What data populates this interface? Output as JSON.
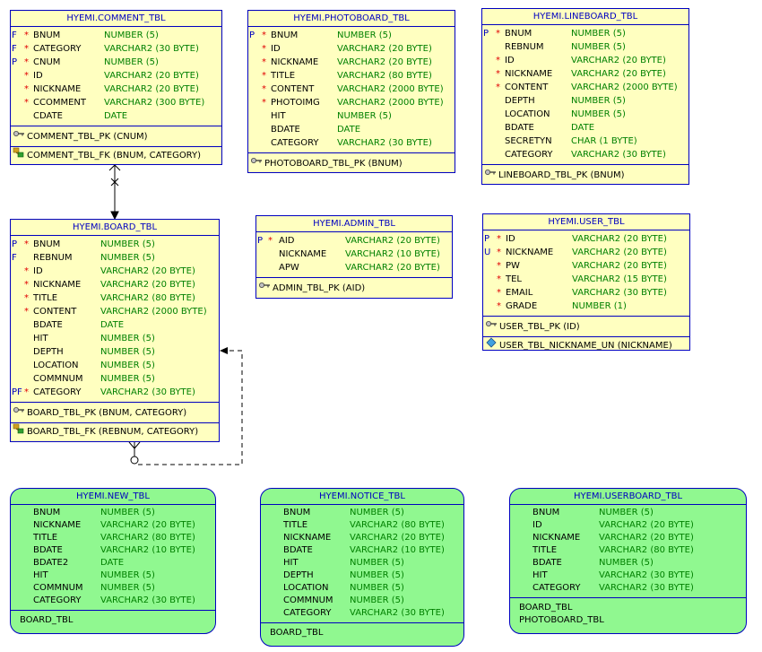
{
  "tables": {
    "comment": {
      "title": "HYEMI.COMMENT_TBL",
      "columns": [
        {
          "key": "F",
          "req": "*",
          "name": "BNUM",
          "type": "NUMBER (5)"
        },
        {
          "key": "F",
          "req": "*",
          "name": "CATEGORY",
          "type": "VARCHAR2 (30 BYTE)"
        },
        {
          "key": "P",
          "req": "*",
          "name": "CNUM",
          "type": "NUMBER (5)"
        },
        {
          "key": "",
          "req": "*",
          "name": "ID",
          "type": "VARCHAR2 (20 BYTE)"
        },
        {
          "key": "",
          "req": "*",
          "name": "NICKNAME",
          "type": "VARCHAR2 (20 BYTE)"
        },
        {
          "key": "",
          "req": "*",
          "name": "CCOMMENT",
          "type": "VARCHAR2 (300 BYTE)"
        },
        {
          "key": "",
          "req": "",
          "name": "CDATE",
          "type": "DATE"
        }
      ],
      "keys": [
        {
          "icon": "key-icon",
          "text": "COMMENT_TBL_PK (CNUM)"
        },
        {
          "icon": "foreign-key-icon",
          "text": "COMMENT_TBL_FK (BNUM, CATEGORY)"
        }
      ]
    },
    "photoboard": {
      "title": "HYEMI.PHOTOBOARD_TBL",
      "columns": [
        {
          "key": "P",
          "req": "*",
          "name": "BNUM",
          "type": "NUMBER (5)"
        },
        {
          "key": "",
          "req": "*",
          "name": "ID",
          "type": "VARCHAR2 (20 BYTE)"
        },
        {
          "key": "",
          "req": "*",
          "name": "NICKNAME",
          "type": "VARCHAR2 (20 BYTE)"
        },
        {
          "key": "",
          "req": "*",
          "name": "TITLE",
          "type": "VARCHAR2 (80 BYTE)"
        },
        {
          "key": "",
          "req": "*",
          "name": "CONTENT",
          "type": "VARCHAR2 (2000 BYTE)"
        },
        {
          "key": "",
          "req": "*",
          "name": "PHOTOIMG",
          "type": "VARCHAR2 (2000 BYTE)"
        },
        {
          "key": "",
          "req": "",
          "name": "HIT",
          "type": "NUMBER (5)"
        },
        {
          "key": "",
          "req": "",
          "name": "BDATE",
          "type": "DATE"
        },
        {
          "key": "",
          "req": "",
          "name": "CATEGORY",
          "type": "VARCHAR2 (30 BYTE)"
        }
      ],
      "keys": [
        {
          "icon": "key-icon",
          "text": "PHOTOBOARD_TBL_PK (BNUM)"
        }
      ]
    },
    "lineboard": {
      "title": "HYEMI.LINEBOARD_TBL",
      "columns": [
        {
          "key": "P",
          "req": "*",
          "name": "BNUM",
          "type": "NUMBER (5)"
        },
        {
          "key": "",
          "req": "",
          "name": "REBNUM",
          "type": "NUMBER (5)"
        },
        {
          "key": "",
          "req": "*",
          "name": "ID",
          "type": "VARCHAR2 (20 BYTE)"
        },
        {
          "key": "",
          "req": "*",
          "name": "NICKNAME",
          "type": "VARCHAR2 (20 BYTE)"
        },
        {
          "key": "",
          "req": "*",
          "name": "CONTENT",
          "type": "VARCHAR2 (2000 BYTE)"
        },
        {
          "key": "",
          "req": "",
          "name": "DEPTH",
          "type": "NUMBER (5)"
        },
        {
          "key": "",
          "req": "",
          "name": "LOCATION",
          "type": "NUMBER (5)"
        },
        {
          "key": "",
          "req": "",
          "name": "BDATE",
          "type": "DATE"
        },
        {
          "key": "",
          "req": "",
          "name": "SECRETYN",
          "type": "CHAR (1 BYTE)"
        },
        {
          "key": "",
          "req": "",
          "name": "CATEGORY",
          "type": "VARCHAR2 (30 BYTE)"
        }
      ],
      "keys": [
        {
          "icon": "key-icon",
          "text": "LINEBOARD_TBL_PK (BNUM)"
        }
      ]
    },
    "board": {
      "title": "HYEMI.BOARD_TBL",
      "columns": [
        {
          "key": "P",
          "req": "*",
          "name": "BNUM",
          "type": "NUMBER (5)"
        },
        {
          "key": "F",
          "req": "",
          "name": "REBNUM",
          "type": "NUMBER (5)"
        },
        {
          "key": "",
          "req": "*",
          "name": "ID",
          "type": "VARCHAR2 (20 BYTE)"
        },
        {
          "key": "",
          "req": "*",
          "name": "NICKNAME",
          "type": "VARCHAR2 (20 BYTE)"
        },
        {
          "key": "",
          "req": "*",
          "name": "TITLE",
          "type": "VARCHAR2 (80 BYTE)"
        },
        {
          "key": "",
          "req": "*",
          "name": "CONTENT",
          "type": "VARCHAR2 (2000 BYTE)"
        },
        {
          "key": "",
          "req": "",
          "name": "BDATE",
          "type": "DATE"
        },
        {
          "key": "",
          "req": "",
          "name": "HIT",
          "type": "NUMBER (5)"
        },
        {
          "key": "",
          "req": "",
          "name": "DEPTH",
          "type": "NUMBER (5)"
        },
        {
          "key": "",
          "req": "",
          "name": "LOCATION",
          "type": "NUMBER (5)"
        },
        {
          "key": "",
          "req": "",
          "name": "COMMNUM",
          "type": "NUMBER (5)"
        },
        {
          "key": "PF",
          "req": "*",
          "name": "CATEGORY",
          "type": "VARCHAR2 (30 BYTE)"
        }
      ],
      "keys": [
        {
          "icon": "key-icon",
          "text": "BOARD_TBL_PK (BNUM, CATEGORY)"
        },
        {
          "icon": "foreign-key-icon",
          "text": "BOARD_TBL_FK (REBNUM, CATEGORY)"
        }
      ]
    },
    "admin": {
      "title": "HYEMI.ADMIN_TBL",
      "columns": [
        {
          "key": "P",
          "req": "*",
          "name": "AID",
          "type": "VARCHAR2 (20 BYTE)"
        },
        {
          "key": "",
          "req": "",
          "name": "NICKNAME",
          "type": "VARCHAR2 (10 BYTE)"
        },
        {
          "key": "",
          "req": "",
          "name": "APW",
          "type": "VARCHAR2 (20 BYTE)"
        }
      ],
      "keys": [
        {
          "icon": "key-icon",
          "text": "ADMIN_TBL_PK (AID)"
        }
      ]
    },
    "user": {
      "title": "HYEMI.USER_TBL",
      "columns": [
        {
          "key": "P",
          "req": "*",
          "name": "ID",
          "type": "VARCHAR2 (20 BYTE)"
        },
        {
          "key": "U",
          "req": "*",
          "name": "NICKNAME",
          "type": "VARCHAR2 (20 BYTE)"
        },
        {
          "key": "",
          "req": "*",
          "name": "PW",
          "type": "VARCHAR2 (20 BYTE)"
        },
        {
          "key": "",
          "req": "*",
          "name": "TEL",
          "type": "VARCHAR2 (15 BYTE)"
        },
        {
          "key": "",
          "req": "*",
          "name": "EMAIL",
          "type": "VARCHAR2 (30 BYTE)"
        },
        {
          "key": "",
          "req": "*",
          "name": "GRADE",
          "type": "NUMBER (1)"
        }
      ],
      "keys": [
        {
          "icon": "key-icon",
          "text": "USER_TBL_PK (ID)"
        },
        {
          "icon": "unique-key-icon",
          "text": "USER_TBL_NICKNAME_UN (NICKNAME)"
        }
      ]
    },
    "new": {
      "title": "HYEMI.NEW_TBL",
      "columns": [
        {
          "name": "BNUM",
          "type": "NUMBER (5)"
        },
        {
          "name": "NICKNAME",
          "type": "VARCHAR2 (20 BYTE)"
        },
        {
          "name": "TITLE",
          "type": "VARCHAR2 (80 BYTE)"
        },
        {
          "name": "BDATE",
          "type": "VARCHAR2 (10 BYTE)"
        },
        {
          "name": "BDATE2",
          "type": "DATE"
        },
        {
          "name": "HIT",
          "type": "NUMBER (5)"
        },
        {
          "name": "COMMNUM",
          "type": "NUMBER (5)"
        },
        {
          "name": "CATEGORY",
          "type": "VARCHAR2 (30 BYTE)"
        }
      ],
      "refs": [
        "BOARD_TBL"
      ]
    },
    "notice": {
      "title": "HYEMI.NOTICE_TBL",
      "columns": [
        {
          "name": "BNUM",
          "type": "NUMBER (5)"
        },
        {
          "name": "TITLE",
          "type": "VARCHAR2 (80 BYTE)"
        },
        {
          "name": "NICKNAME",
          "type": "VARCHAR2 (20 BYTE)"
        },
        {
          "name": "BDATE",
          "type": "VARCHAR2 (10 BYTE)"
        },
        {
          "name": "HIT",
          "type": "NUMBER (5)"
        },
        {
          "name": "DEPTH",
          "type": "NUMBER (5)"
        },
        {
          "name": "LOCATION",
          "type": "NUMBER (5)"
        },
        {
          "name": "COMMNUM",
          "type": "NUMBER (5)"
        },
        {
          "name": "CATEGORY",
          "type": "VARCHAR2 (30 BYTE)"
        }
      ],
      "refs": [
        "BOARD_TBL"
      ]
    },
    "userboard": {
      "title": "HYEMI.USERBOARD_TBL",
      "columns": [
        {
          "name": "BNUM",
          "type": "NUMBER (5)"
        },
        {
          "name": "ID",
          "type": "VARCHAR2 (20 BYTE)"
        },
        {
          "name": "NICKNAME",
          "type": "VARCHAR2 (20 BYTE)"
        },
        {
          "name": "TITLE",
          "type": "VARCHAR2 (80 BYTE)"
        },
        {
          "name": "BDATE",
          "type": "NUMBER (5)"
        },
        {
          "name": "HIT",
          "type": "VARCHAR2 (30 BYTE)"
        },
        {
          "name": "CATEGORY",
          "type": "VARCHAR2 (30 BYTE)"
        }
      ],
      "refs": [
        "BOARD_TBL",
        "PHOTOBOARD_TBL"
      ]
    }
  },
  "colors": {
    "table_fill": "#ffffc0",
    "view_fill": "#90f890",
    "border": "#0000c0",
    "type_text": "#008000",
    "mandatory": "#e00000"
  }
}
